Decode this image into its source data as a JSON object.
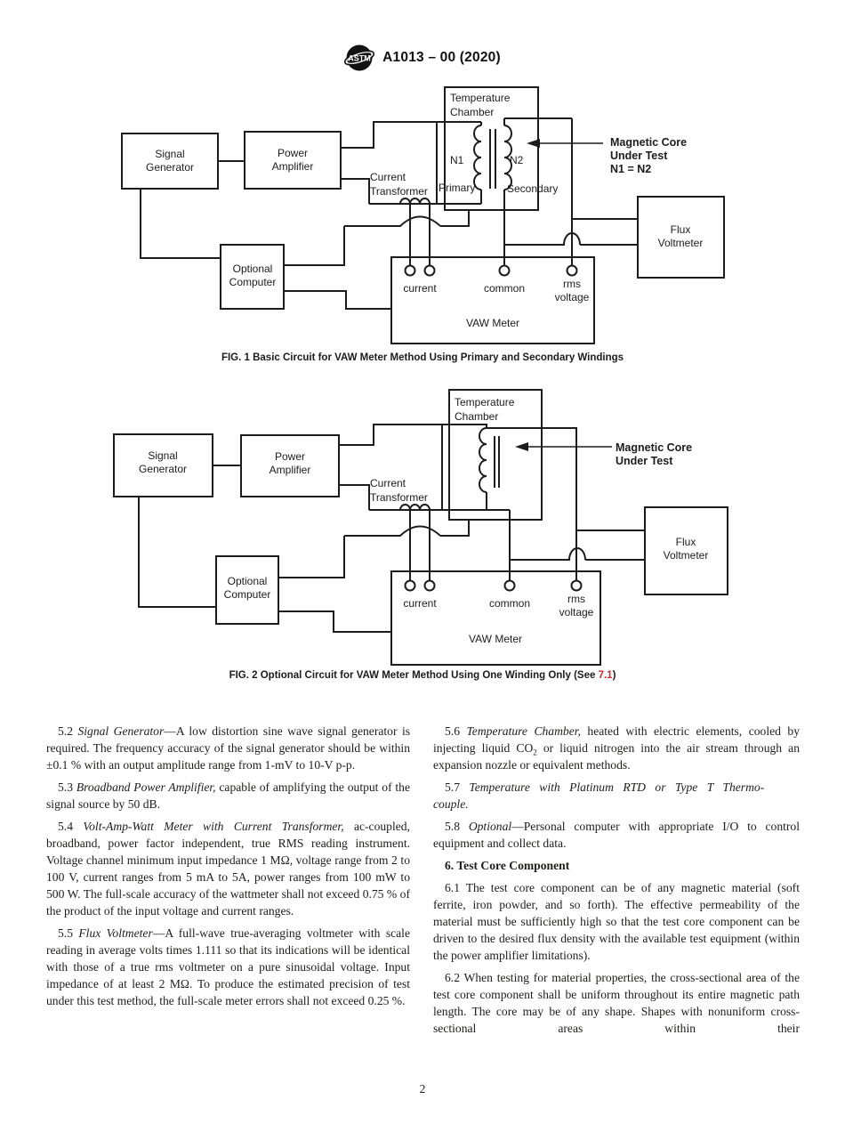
{
  "header": {
    "designation": "A1013 – 00 (2020)",
    "logo_text": "ASTM"
  },
  "fig1": {
    "signal_generator": [
      "Signal",
      "Generator"
    ],
    "power_amplifier": [
      "Power",
      "Amplifier"
    ],
    "current_transformer": [
      "Current",
      "Transformer"
    ],
    "temperature_chamber": [
      "Temperature",
      "Chamber"
    ],
    "winding_primary_turns": "N1",
    "winding_primary_label": "Primary",
    "winding_secondary_turns": "N2",
    "winding_secondary_label": "Secondary",
    "core_annotation": [
      "Magnetic Core",
      "Under Test",
      "N1 = N2"
    ],
    "flux_voltmeter": [
      "Flux",
      "Voltmeter"
    ],
    "optional_computer": [
      "Optional",
      "Computer"
    ],
    "vaw_meter": "VAW Meter",
    "terminal_current": "current",
    "terminal_common": "common",
    "terminal_rms": [
      "rms",
      "voltage"
    ],
    "caption": "FIG. 1 Basic Circuit for VAW Meter Method Using Primary and Secondary Windings"
  },
  "fig2": {
    "signal_generator": [
      "Signal",
      "Generator"
    ],
    "power_amplifier": [
      "Power",
      "Amplifier"
    ],
    "current_transformer": [
      "Current",
      "Transformer"
    ],
    "temperature_chamber": [
      "Temperature",
      "Chamber"
    ],
    "core_annotation": [
      "Magnetic Core",
      "Under Test"
    ],
    "flux_voltmeter": [
      "Flux",
      "Voltmeter"
    ],
    "optional_computer": [
      "Optional",
      "Computer"
    ],
    "vaw_meter": "VAW Meter",
    "terminal_current": "current",
    "terminal_common": "common",
    "terminal_rms": [
      "rms",
      "voltage"
    ],
    "caption_prefix": "FIG. 2 Optional Circuit for VAW Meter Method Using One Winding Only (See ",
    "caption_link": "7.1",
    "caption_suffix": ")"
  },
  "sections": {
    "s52": {
      "num": "5.2 ",
      "term": "Signal Generator",
      "text": "—A low distortion sine wave signal generator is required. The frequency accuracy of the signal generator should be within ±0.1 % with an output amplitude range from 1-mV to 10-V p-p."
    },
    "s53": {
      "num": "5.3 ",
      "term": "Broadband Power Amplifier,",
      "text": " capable of amplifying the output of the signal source by 50 dB."
    },
    "s54": {
      "num": "5.4 ",
      "term": "Volt-Amp-Watt Meter with Current Transformer,",
      "text": " ac-coupled, broadband, power factor independent, true RMS reading instrument. Voltage channel minimum input impedance 1 MΩ, voltage range from 2 to 100 V, current ranges from 5 mA to 5A, power ranges from 100 mW to 500 W. The full-scale accuracy of the wattmeter shall not exceed 0.75 % of the product of the input voltage and current ranges."
    },
    "s55": {
      "num": "5.5 ",
      "term": "Flux Voltmeter",
      "text": "—A full-wave true-averaging voltmeter with scale reading in average volts times 1.111 so that its indications will be identical with those of a true rms voltmeter on a pure sinusoidal voltage. Input impedance of at least 2 MΩ. To produce the estimated precision of test under this test method, the full-scale meter errors shall not exceed 0.25 %."
    },
    "s56": {
      "num": "5.6 ",
      "term": "Temperature Chamber,",
      "text_a": " heated with electric elements, cooled by injecting liquid CO",
      "sub": "2",
      "text_b": " or liquid nitrogen into the air stream through an expansion nozzle or equivalent methods."
    },
    "s57": {
      "num": "5.7 ",
      "term_line1": "Temperature with Platinum RTD or Type T Thermo-",
      "term_line2": "couple."
    },
    "s58": {
      "num": "5.8 ",
      "term": "Optional",
      "text": "—Personal computer with appropriate I/O to control equipment and collect data."
    },
    "h6": "6. Test Core Component",
    "s61": {
      "num": "6.1 ",
      "text": "The test core component can be of any magnetic material (soft ferrite, iron powder, and so forth). The effective permeability of the material must be sufficiently high so that the test core component can be driven to the desired flux density with the available test equipment (within the power amplifier limitations)."
    },
    "s62": {
      "num": "6.2 ",
      "text": "When testing for material properties, the cross-sectional area of the test core component shall be uniform throughout its entire magnetic path length. The core may be of any shape. Shapes with nonuniform cross-sectional areas within their"
    }
  },
  "footer": {
    "page_number": "2"
  },
  "colors": {
    "link_red": "#d2232a",
    "ink": "#1c1c1c"
  }
}
